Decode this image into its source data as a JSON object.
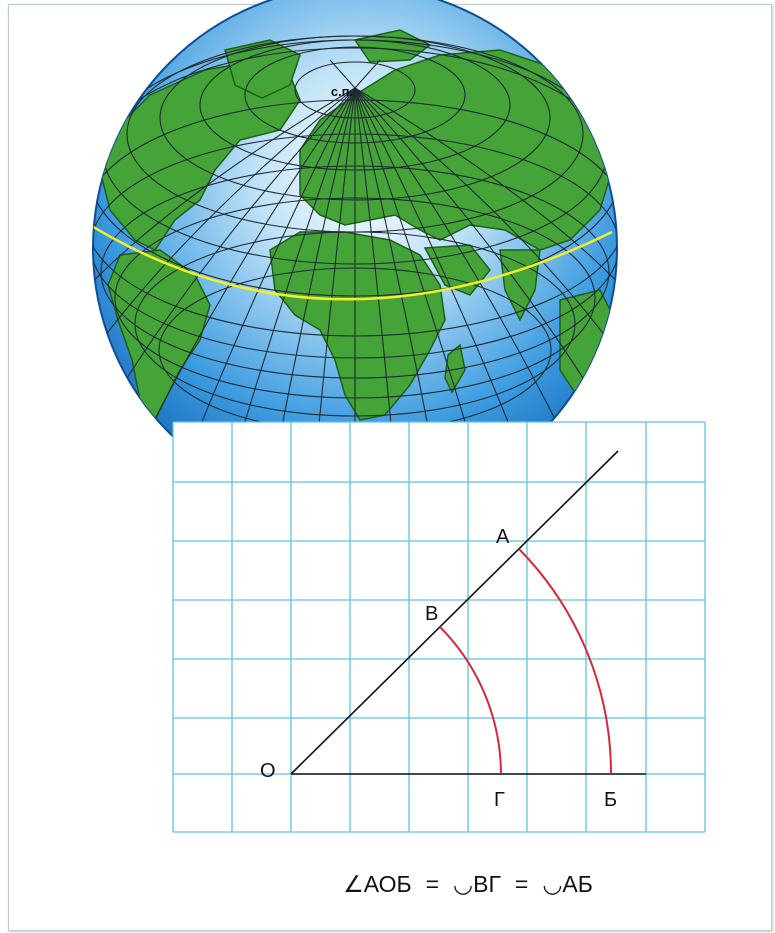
{
  "globe": {
    "north_pole_label": "с.п.",
    "colors": {
      "ocean": "#2a8fd8",
      "land": "#45a437",
      "grid": "#1f2a33",
      "equator": "#f4ef2a"
    }
  },
  "diagram": {
    "points": {
      "O": "О",
      "A": "А",
      "B": "В",
      "G": "Г",
      "Bb": "Б"
    },
    "colors": {
      "grid": "#5fc3e0",
      "lines": "#111111",
      "arcs": "#d6283a"
    }
  },
  "formula": {
    "angle_symbol": "∠",
    "angle_name": "АОБ",
    "eq1": "=",
    "arc_symbol_1": "◡",
    "arc1_name": "ВГ",
    "eq2": "=",
    "arc_symbol_2": "◡",
    "arc2_name": "АБ"
  }
}
